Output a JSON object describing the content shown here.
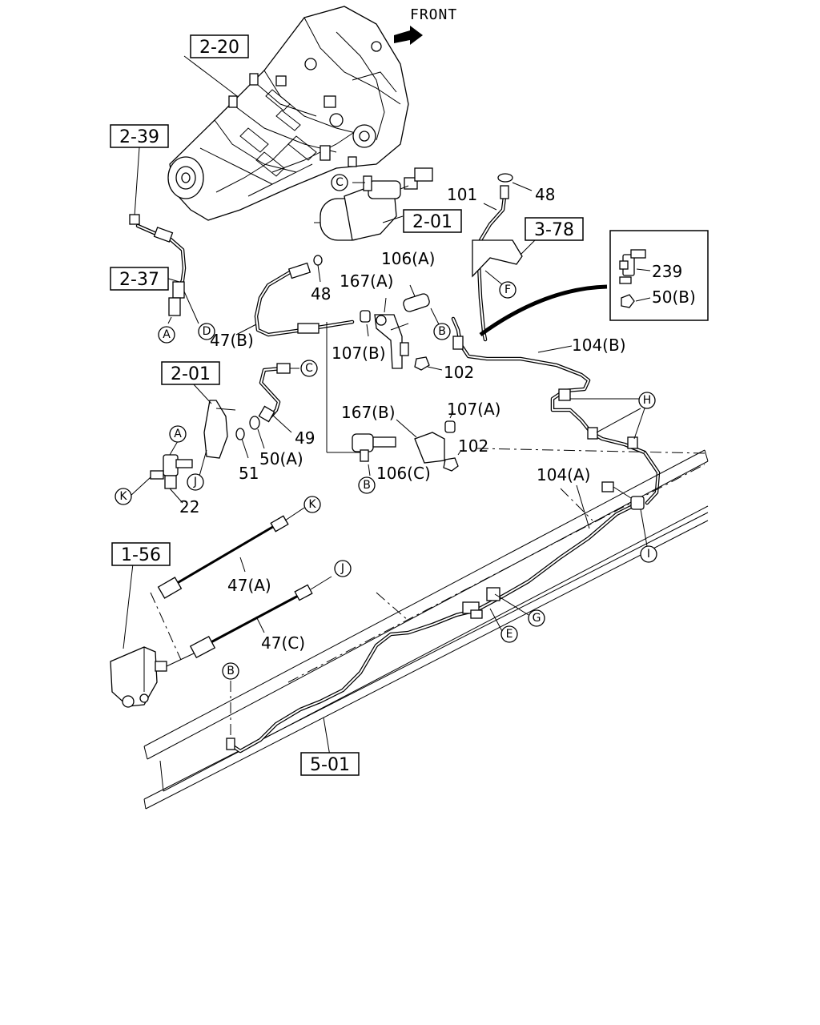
{
  "front_label": "FRONT",
  "ref_boxes": [
    "2-20",
    "2-39",
    "2-37",
    "2-01",
    "3-78",
    "2-01",
    "1-56",
    "5-01"
  ],
  "part_labels": [
    "101",
    "48",
    "48",
    "239",
    "50(B)",
    "106(A)",
    "167(A)",
    "47(B)",
    "107(B)",
    "102",
    "104(B)",
    "49",
    "50(A)",
    "51",
    "167(B)",
    "107(A)",
    "102",
    "106(C)",
    "104(A)",
    "22",
    "47(A)",
    "47(C)"
  ],
  "circle_letters": [
    "C",
    "D",
    "A",
    "F",
    "B",
    "C",
    "H",
    "A",
    "J",
    "K",
    "B",
    "K",
    "J",
    "I",
    "G",
    "E",
    "B"
  ]
}
